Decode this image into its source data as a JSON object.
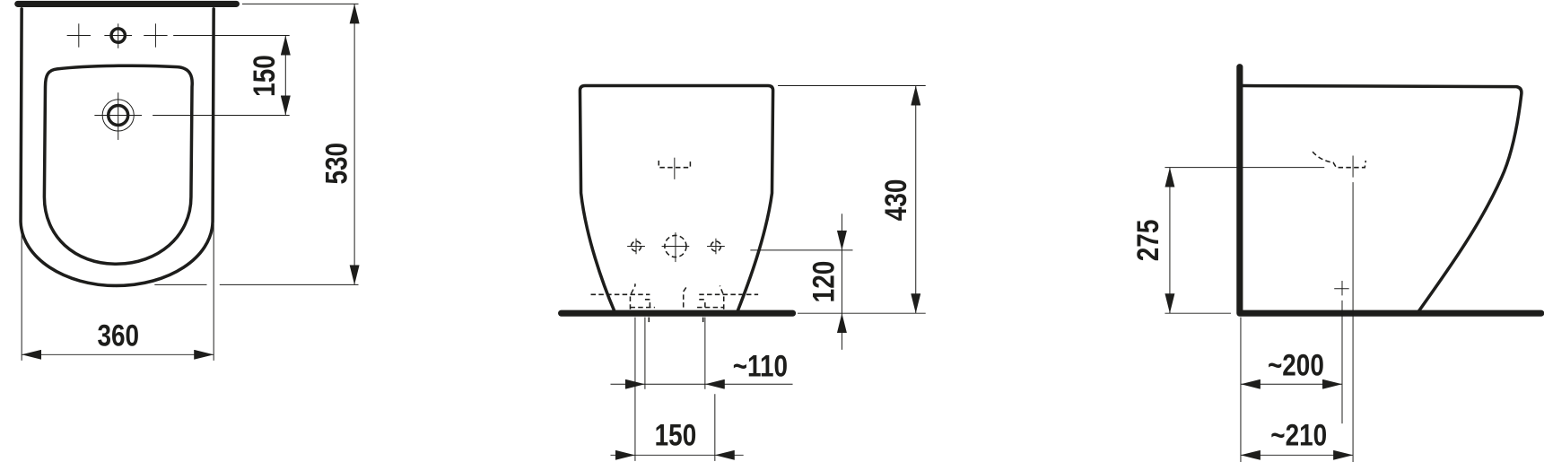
{
  "colors": {
    "ink": "#1d1d1b",
    "background": "#ffffff"
  },
  "top_view": {
    "dim_tap_to_drain": "150",
    "dim_depth": "530",
    "dim_width": "360"
  },
  "front_view": {
    "dim_height": "430",
    "dim_connection_height": "120",
    "dim_fixing_spacing": "~110",
    "dim_connection_spacing": "150"
  },
  "side_view": {
    "dim_outlet_height": "275",
    "dim_fixing_from_wall": "~200",
    "dim_outlet_from_wall": "~210"
  }
}
